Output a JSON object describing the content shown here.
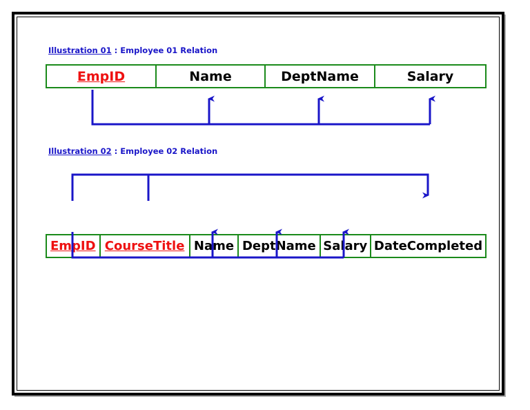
{
  "figure": {
    "type": "diagram",
    "subject": "functional-dependency-diagram",
    "background_color": "#ffffff",
    "frame_color": "#000000",
    "table_border_color": "#1a8a1a",
    "key_text_color": "#ee1111",
    "attribute_text_color": "#000000",
    "caption_color": "#1a16c8",
    "dependency_arrow_color": "#1a16c8"
  },
  "illustration_1": {
    "caption_label": "Illustration 01",
    "caption_separator": " : ",
    "caption_title": "Employee 01 Relation",
    "columns": [
      {
        "label": "EmpID",
        "is_key": true
      },
      {
        "label": "Name",
        "is_key": false
      },
      {
        "label": "DeptName",
        "is_key": false
      },
      {
        "label": "Salary",
        "is_key": false
      }
    ],
    "dependency": {
      "determinant": [
        "EmpID"
      ],
      "dependents": [
        "Name",
        "DeptName",
        "Salary"
      ],
      "direction": "below-table-upward"
    }
  },
  "illustration_2": {
    "caption_label": "Illustration 02",
    "caption_separator": " : ",
    "caption_title": "Employee 02 Relation",
    "columns": [
      {
        "label": "EmpID",
        "is_key": true
      },
      {
        "label": "CourseTitle",
        "is_key": true
      },
      {
        "label": "Name",
        "is_key": false
      },
      {
        "label": "DeptName",
        "is_key": false
      },
      {
        "label": "Salary",
        "is_key": false
      },
      {
        "label": "DateCompleted",
        "is_key": false
      }
    ],
    "full_dependency": {
      "determinant": [
        "EmpID",
        "CourseTitle"
      ],
      "dependents": [
        "DateCompleted"
      ],
      "direction": "above-table-downward"
    },
    "partial_dependency": {
      "determinant": [
        "EmpID"
      ],
      "dependents": [
        "Name",
        "DeptName",
        "Salary"
      ],
      "direction": "below-table-upward"
    }
  }
}
